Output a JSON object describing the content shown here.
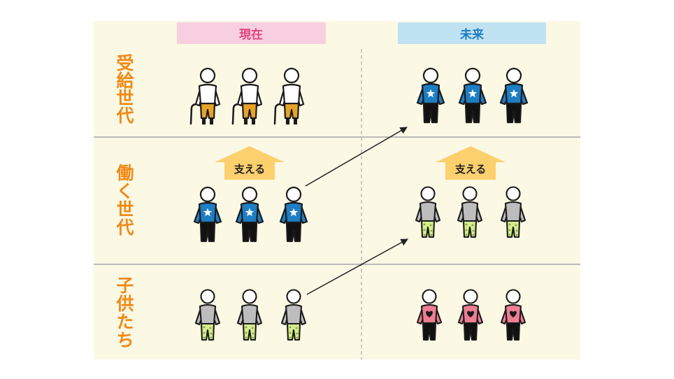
{
  "columns": {
    "present": {
      "label": "現在",
      "bg": "#f8cfe0",
      "color": "#e4457f"
    },
    "future": {
      "label": "未来",
      "bg": "#bfe3f3",
      "color": "#1f7cc3"
    }
  },
  "rows": {
    "receiving": {
      "label": [
        "受",
        "給",
        "世",
        "代"
      ]
    },
    "working": {
      "label": [
        "働",
        "く",
        "世",
        "代"
      ]
    },
    "children": {
      "label": [
        "子",
        "供",
        "た",
        "ち"
      ]
    }
  },
  "support_arrows": {
    "present": {
      "label": "支える"
    },
    "future": {
      "label": "支える"
    }
  },
  "colors": {
    "background": "#fbf8e4",
    "row_divider": "#b9b9b9",
    "column_divider": "#b9b9b9",
    "label_orange": "#ef8a17",
    "support_arrow": "#fdd06e",
    "elder_shirt": "#ffffff",
    "elder_pants": "#e8a22a",
    "worker_shirt": "#1e7ec4",
    "worker_pants": "#111111",
    "child_shirt": "#bdbdbd",
    "child_pants": "#d6ec8e",
    "kid_shirt": "#ee7e93",
    "kid_pants": "#111111"
  },
  "figures": {
    "elder": {
      "icon": "elderly-person-with-cane-icon"
    },
    "worker": {
      "icon": "worker-star-shirt-icon"
    },
    "child": {
      "icon": "child-dotted-pants-icon"
    },
    "kid": {
      "icon": "kid-heart-shirt-icon"
    }
  }
}
